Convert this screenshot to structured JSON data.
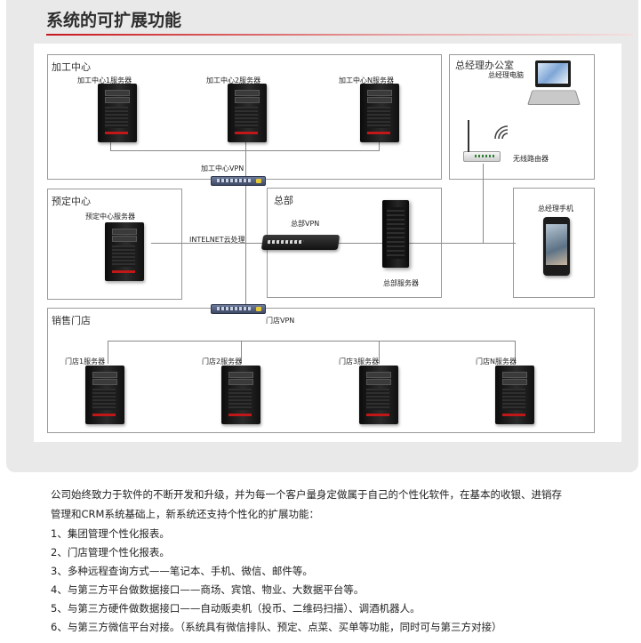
{
  "header": {
    "title": "系统的可扩展功能"
  },
  "diagram": {
    "regions": {
      "processing": "加工中心",
      "gm_office": "总经理办公室",
      "booking": "预定中心",
      "hq": "总部",
      "stores": "销售门店"
    },
    "nodes": {
      "proc_server_1": "加工中心1服务器",
      "proc_server_2": "加工中心2服务器",
      "proc_server_n": "加工中心N服务器",
      "gm_pc": "总经理电脑",
      "wireless_router": "无线路由器",
      "proc_vpn": "加工中心VPN",
      "booking_server": "预定中心服务器",
      "cloud": "INTELNET云处理",
      "hq_vpn": "总部VPN",
      "hq_server": "总部服务器",
      "gm_phone": "总经理手机",
      "store_vpn": "门店VPN",
      "store_server_1": "门店1服务器",
      "store_server_2": "门店2服务器",
      "store_server_3": "门店3服务器",
      "store_server_n": "门店N服务器"
    }
  },
  "description": {
    "intro_1": "公司始终致力于软件的不断开发和升级，并为每一个客户量身定做属于自己的个性化软件，在基本的收银、进销存",
    "intro_2": "管理和CRM系统基础上，新系统还支持个性化的扩展功能：",
    "items": [
      "1、集团管理个性化报表。",
      "2、门店管理个性化报表。",
      "3、多种远程查询方式——笔记本、手机、微信、邮件等。",
      "4、与第三方平台做数据接口——商场、宾馆、物业、大数据平台等。",
      "5、与第三方硬件做数据接口——自动贩卖机（投币、二维码扫描）、调酒机器人。",
      "6、与第三方微信平台对接。（系统具有微信排队、预定、点菜、买单等功能，同时可与第三方对接）"
    ]
  },
  "colors": {
    "accent": "#c8161d",
    "panel": "#e9e9e9",
    "line": "#8a8a8a"
  }
}
